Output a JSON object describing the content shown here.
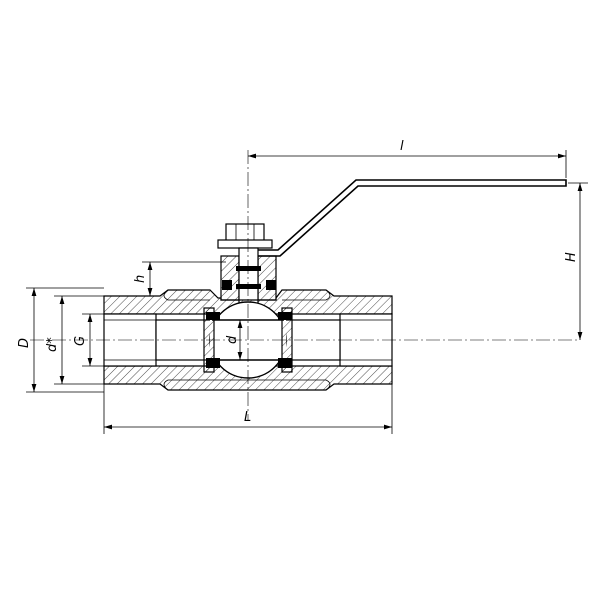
{
  "drawing": {
    "title": "",
    "dimensions": {
      "handle_length": "l",
      "height": "H",
      "stem_height": "h",
      "outer_diameter": "D",
      "nominal_diameter": "d*",
      "thread": "G",
      "bore": "d",
      "body_length": "L"
    }
  }
}
